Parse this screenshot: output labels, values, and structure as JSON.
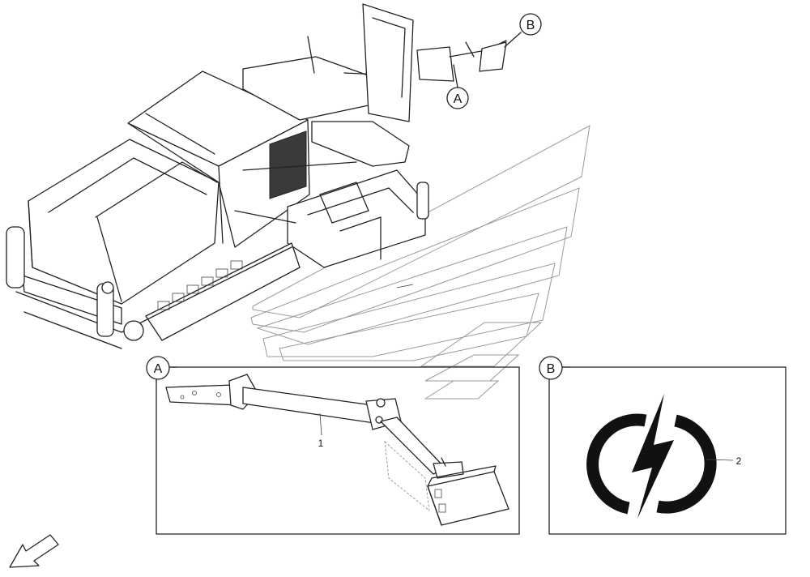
{
  "callouts": {
    "a_top": "A",
    "b_top": "B",
    "a_detail": "A",
    "b_detail": "B"
  },
  "parts": {
    "arm_assembly": "1",
    "power_symbol": "2"
  },
  "colors": {
    "line": "#222222",
    "chevron": "#9a9a9a",
    "background": "#ffffff"
  }
}
